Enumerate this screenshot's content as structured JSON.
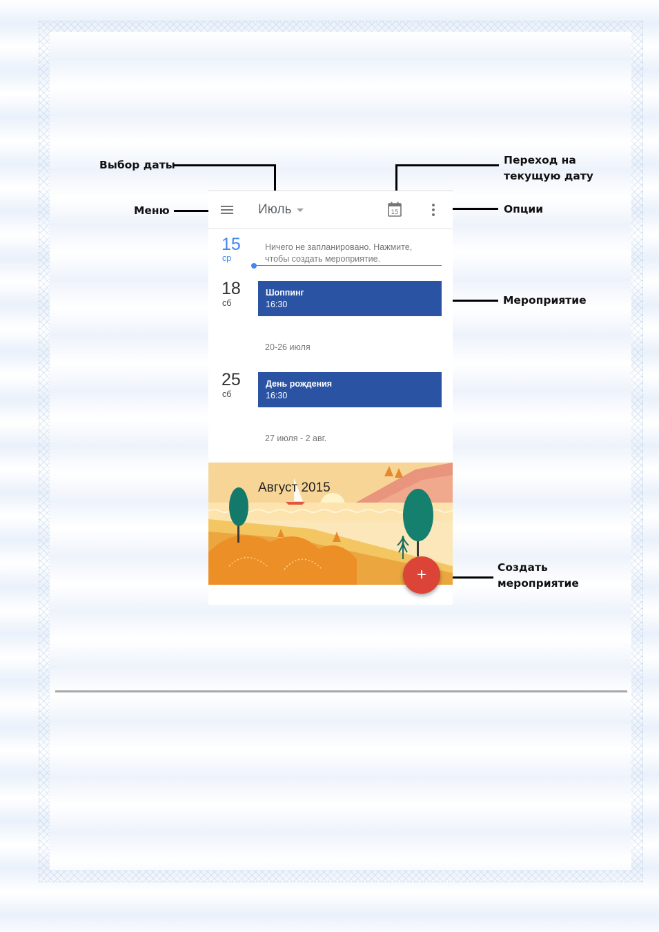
{
  "annotations": {
    "date_picker": "Выбор даты",
    "menu": "Меню",
    "go_today": [
      "Переход на",
      "текущую дату"
    ],
    "options": "Опции",
    "event": "Мероприятие",
    "create_event": [
      "Создать",
      "мероприятие"
    ]
  },
  "toolbar": {
    "month": "Июль",
    "today_icon_day": "15",
    "menu_icon": "menu-icon",
    "options_icon": "more-vert-icon"
  },
  "schedule": {
    "today": {
      "day": "15",
      "weekday": "ср",
      "empty_message": [
        "Ничего не запланировано. Нажмите,",
        "чтобы создать мероприятие."
      ]
    },
    "days": [
      {
        "day": "18",
        "weekday": "сб",
        "event": {
          "title": "Шоппинг",
          "time": "16:30"
        }
      },
      {
        "day": "25",
        "weekday": "сб",
        "event": {
          "title": "День рождения",
          "time": "16:30"
        }
      }
    ],
    "week_ranges": [
      "20-26 июля",
      "27 июля - 2 авг."
    ]
  },
  "banner": {
    "title": "Август 2015"
  },
  "fab": {
    "label": "+",
    "icon": "add-icon"
  },
  "colors": {
    "accent": "#4285f4",
    "event_bg": "#2a53a3",
    "fab": "#db4437"
  }
}
